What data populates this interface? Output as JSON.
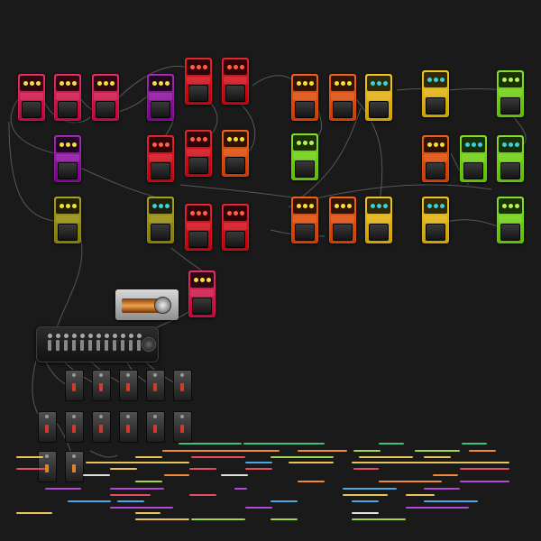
{
  "palette": {
    "pink": "#e2275c",
    "purple": "#9e22b0",
    "red": "#e21d2c",
    "orange": "#ef5c12",
    "yellow": "#f2c21c",
    "lime": "#7fe021",
    "olive": "#a69d1a",
    "knob_yellow": "#f2e23a",
    "knob_cyan": "#36d3e0",
    "knob_green": "#b9f25a",
    "knob_red": "#ff6048"
  },
  "pedals": [
    {
      "id": "pink-1",
      "color": "pink",
      "knob": "knob_yellow"
    },
    {
      "id": "pink-2",
      "color": "pink",
      "knob": "knob_yellow"
    },
    {
      "id": "pink-3",
      "color": "pink",
      "knob": "knob_yellow"
    },
    {
      "id": "purple-1",
      "color": "purple",
      "knob": "knob_yellow"
    },
    {
      "id": "red-1",
      "color": "red",
      "knob": "knob_red"
    },
    {
      "id": "red-2",
      "color": "red",
      "knob": "knob_red"
    },
    {
      "id": "orange-1",
      "color": "orange",
      "knob": "knob_yellow"
    },
    {
      "id": "orange-2",
      "color": "orange",
      "knob": "knob_yellow"
    },
    {
      "id": "yellow-1",
      "color": "yellow",
      "knob": "knob_cyan"
    },
    {
      "id": "yellow-2",
      "color": "yellow",
      "knob": "knob_cyan"
    },
    {
      "id": "lime-1",
      "color": "lime",
      "knob": "knob_green"
    },
    {
      "id": "purple-2",
      "color": "purple",
      "knob": "knob_yellow"
    },
    {
      "id": "red-3",
      "color": "red",
      "knob": "knob_red"
    },
    {
      "id": "red-4",
      "color": "red",
      "knob": "knob_red"
    },
    {
      "id": "orange-3",
      "color": "orange",
      "knob": "knob_yellow"
    },
    {
      "id": "orange-4",
      "color": "orange",
      "knob": "knob_yellow"
    },
    {
      "id": "lime-2",
      "color": "lime",
      "knob": "knob_cyan"
    },
    {
      "id": "lime-3",
      "color": "lime",
      "knob": "knob_cyan"
    },
    {
      "id": "olive-1",
      "color": "olive",
      "knob": "knob_cyan"
    },
    {
      "id": "red-5",
      "color": "red",
      "knob": "knob_red"
    },
    {
      "id": "red-6",
      "color": "red",
      "knob": "knob_red"
    },
    {
      "id": "orange-5",
      "color": "orange",
      "knob": "knob_yellow"
    },
    {
      "id": "orange-6",
      "color": "orange",
      "knob": "knob_yellow"
    },
    {
      "id": "yellow-3",
      "color": "yellow",
      "knob": "knob_cyan"
    },
    {
      "id": "yellow-4",
      "color": "yellow",
      "knob": "knob_cyan"
    },
    {
      "id": "lime-4",
      "color": "lime",
      "knob": "knob_green"
    },
    {
      "id": "lime-5",
      "color": "lime",
      "knob": "knob_green"
    },
    {
      "id": "olive-2",
      "color": "olive",
      "knob": "knob_yellow"
    },
    {
      "id": "pink-4",
      "color": "pink",
      "knob": "knob_yellow"
    }
  ],
  "amp": {
    "name": "amp-head"
  },
  "mixer": {
    "name": "mixer",
    "channels": 12
  },
  "modules": {
    "row1": 5,
    "row2": 6,
    "row3": 2
  },
  "sequencer_colors": [
    "#3ec27a",
    "#f28a3c",
    "#e8c35a",
    "#b14ad6",
    "#4aa7e8",
    "#e84a5f",
    "#9fd64a",
    "#d6b84a",
    "#e0e0e0"
  ]
}
